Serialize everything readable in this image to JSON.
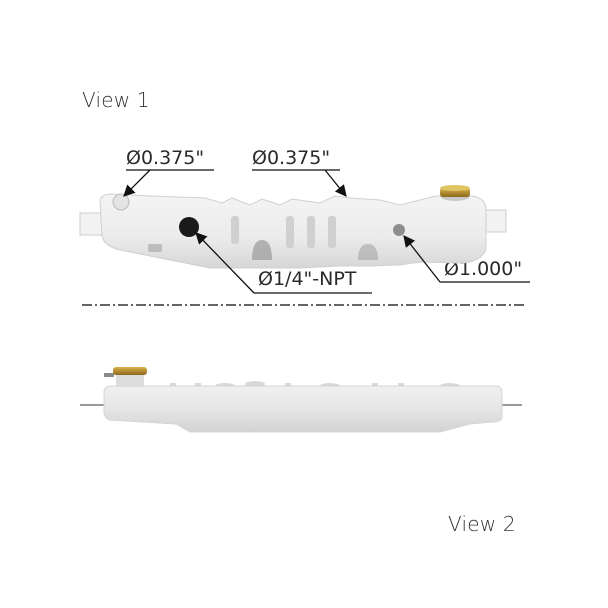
{
  "views": [
    {
      "label": "View 1",
      "orientation": "top"
    },
    {
      "label": "View 2",
      "orientation": "side"
    }
  ],
  "callouts": [
    {
      "text": "Ø0.375\"",
      "target": "left-fitting"
    },
    {
      "text": "Ø0.375\"",
      "target": "top-fitting"
    },
    {
      "text": "Ø1/4\"-NPT",
      "target": "black-port"
    },
    {
      "text": "Ø1.000\"",
      "target": "round-port"
    }
  ],
  "colors": {
    "tank_body": "#ececec",
    "tank_shadow": "#cfcfcf",
    "cap_brass": "#b8912e",
    "port_black": "#1a1a1a",
    "line": "#222222"
  }
}
